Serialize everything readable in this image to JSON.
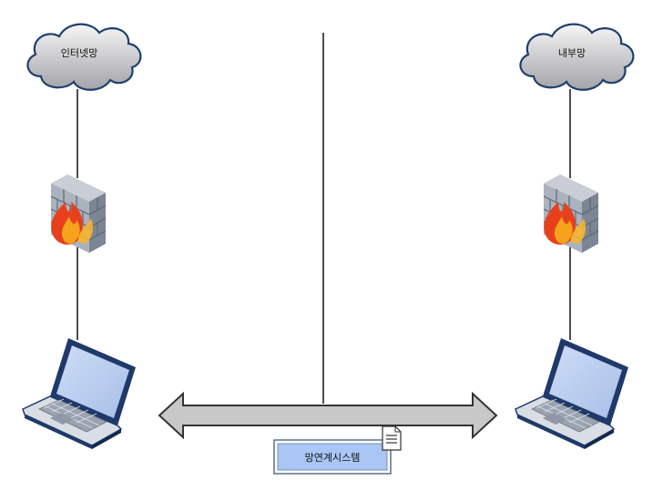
{
  "clouds": {
    "left": {
      "label": "인터넷망"
    },
    "right": {
      "label": "내부망"
    }
  },
  "system": {
    "label": "망연계시스템"
  },
  "colors": {
    "cloud_fill_top": "#f2f2f2",
    "cloud_fill_bottom": "#a9a9ad",
    "cloud_stroke": "#1f3f6e",
    "line": "#222222",
    "arrow_fill": "#c8c8c8",
    "arrow_stroke": "#333333",
    "box_fill": "#a9c6f5",
    "box_stroke": "#5a6f8f",
    "laptop_screen": "#b8ccee",
    "laptop_body": "#1f3a6a",
    "brick": "#a6adb8",
    "flame_red": "#e8401c",
    "flame_orange": "#f6a21c"
  },
  "icons": {
    "cloud": "cloud-icon",
    "firewall": "firewall-icon",
    "laptop": "laptop-icon",
    "document": "document-icon"
  }
}
